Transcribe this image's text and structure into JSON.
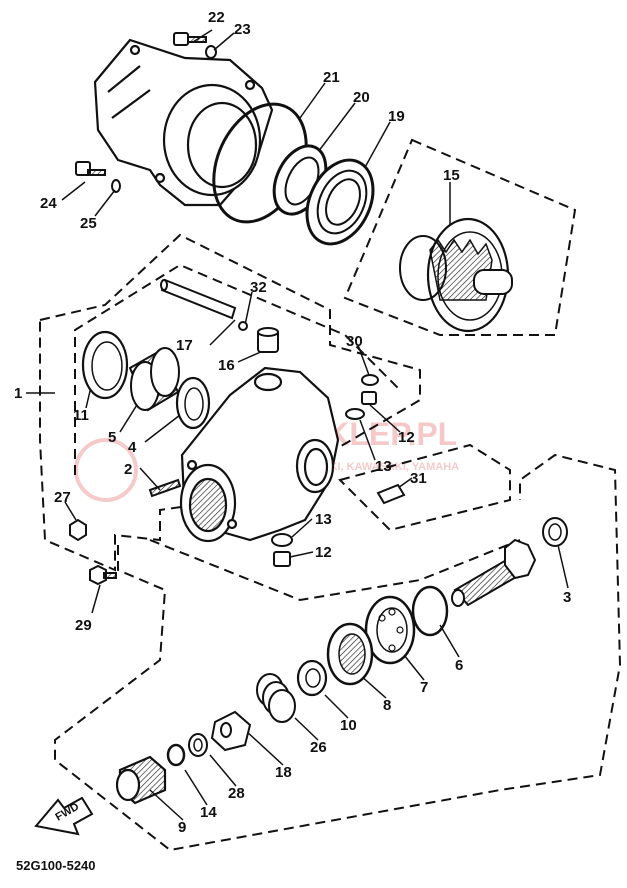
{
  "diagram": {
    "code": "52G100-5240",
    "fwd_label": "FWD",
    "watermark": {
      "line1": "AMASKLEP.PL",
      "line2": "MOTOCYKLE HONDA, SUZUKI, KAWASAKI, YAMAHA"
    },
    "callouts": [
      "1",
      "2",
      "3",
      "4",
      "5",
      "6",
      "7",
      "8",
      "9",
      "10",
      "11",
      "12",
      "12",
      "13",
      "13",
      "14",
      "15",
      "16",
      "17",
      "18",
      "19",
      "20",
      "21",
      "22",
      "23",
      "24",
      "25",
      "26",
      "27",
      "28",
      "29",
      "30",
      "31",
      "32"
    ]
  },
  "colors": {
    "ink": "#111111",
    "watermark": "#e98a8a"
  }
}
